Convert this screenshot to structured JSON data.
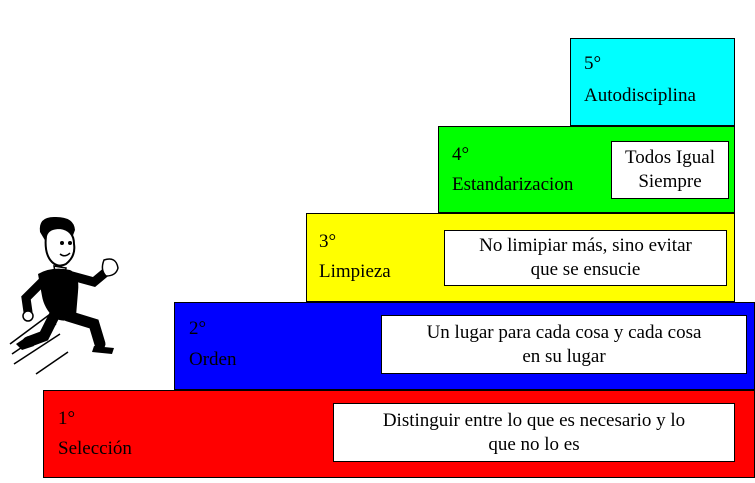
{
  "steps": [
    {
      "num": "1°",
      "name": "Selección",
      "desc_line1": "Distinguir entre lo que es necesario y lo",
      "desc_line2": "que no lo es",
      "color": "#ff0000"
    },
    {
      "num": "2°",
      "name": "Orden",
      "desc_line1": "Un lugar para cada cosa y cada cosa",
      "desc_line2": "en su lugar",
      "color": "#0000ff"
    },
    {
      "num": "3°",
      "name": "Limpieza",
      "desc_line1": "No limipiar más, sino evitar",
      "desc_line2": "que se ensucie",
      "color": "#ffff00"
    },
    {
      "num": "4°",
      "name": "Estandarizacion",
      "desc_line1": "Todos Igual",
      "desc_line2": "Siempre",
      "color": "#00ff00"
    },
    {
      "num": "5°",
      "name": "Autodisciplina",
      "color": "#00ffff"
    }
  ]
}
